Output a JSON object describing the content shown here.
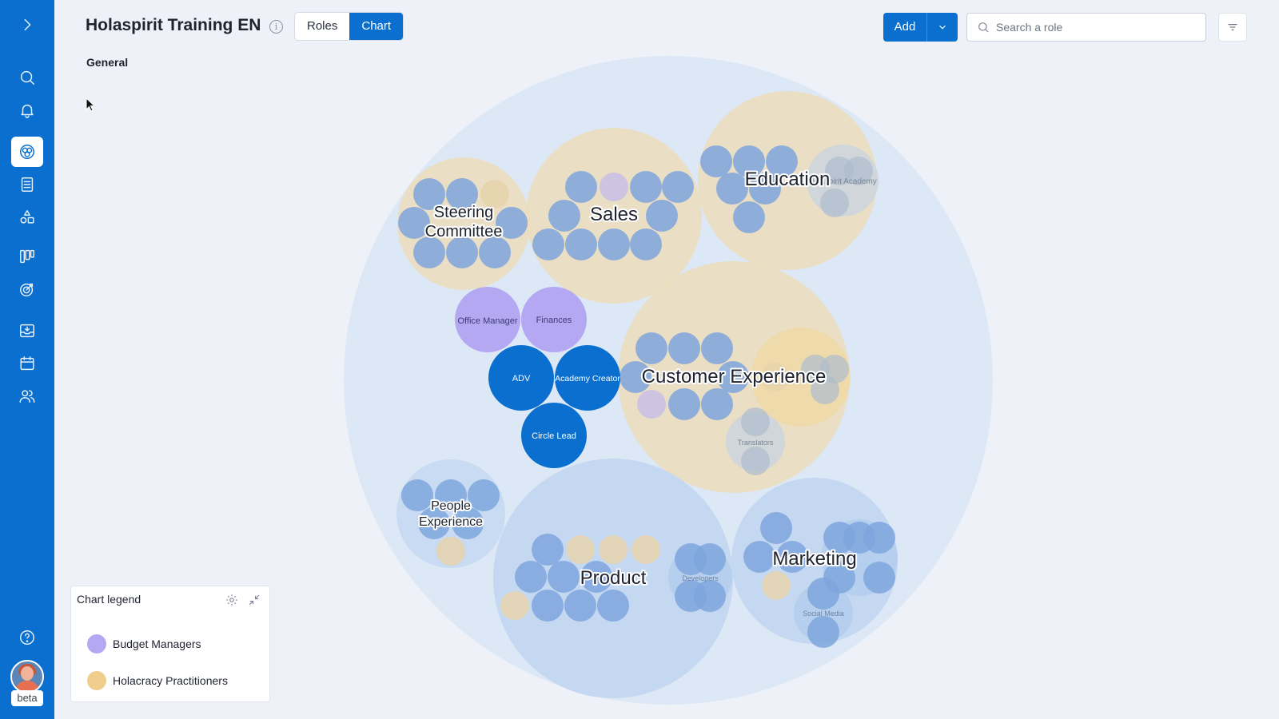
{
  "header": {
    "title": "Holaspirit Training EN",
    "view_tabs": [
      {
        "label": "Roles",
        "active": false
      },
      {
        "label": "Chart",
        "active": true
      }
    ],
    "breadcrumb": "General",
    "add_label": "Add",
    "search_placeholder": "Search a role"
  },
  "sidebar": {
    "items": [
      {
        "name": "expand",
        "icon": "chevron-right-icon"
      },
      {
        "name": "search",
        "icon": "search-icon"
      },
      {
        "name": "notifications",
        "icon": "bell-icon"
      },
      {
        "name": "organization",
        "icon": "circles-icon",
        "active": true
      },
      {
        "name": "documents",
        "icon": "document-icon"
      },
      {
        "name": "roles",
        "icon": "shapes-icon"
      },
      {
        "name": "board",
        "icon": "kanban-icon"
      },
      {
        "name": "goals",
        "icon": "target-icon"
      },
      {
        "name": "inbox",
        "icon": "inbox-icon"
      },
      {
        "name": "calendar",
        "icon": "calendar-icon"
      },
      {
        "name": "people",
        "icon": "users-icon"
      },
      {
        "name": "help",
        "icon": "help-icon"
      }
    ],
    "beta_label": "beta"
  },
  "colors": {
    "brand": "#0a6fcf",
    "budget_managers": "#b5a8f2",
    "holacracy_practitioners": "#f0cf8e",
    "circle_blue": "#a9c7ec",
    "circle_cream": "#ecdcbb",
    "role_blue": "#7ea6dd",
    "role_dark": "#0a6fcf"
  },
  "chart": {
    "circles": [
      {
        "id": "steering-committee",
        "label": "Steering Committee"
      },
      {
        "id": "sales",
        "label": "Sales"
      },
      {
        "id": "education",
        "label": "Education"
      },
      {
        "id": "customer-experience",
        "label": "Customer Experience"
      },
      {
        "id": "people-experience",
        "label": "People Experience"
      },
      {
        "id": "product",
        "label": "Product"
      },
      {
        "id": "marketing",
        "label": "Marketing"
      }
    ],
    "roles": [
      {
        "id": "office-manager",
        "label": "Office Manager"
      },
      {
        "id": "finances",
        "label": "Finances"
      },
      {
        "id": "adv",
        "label": "ADV"
      },
      {
        "id": "academy-creator",
        "label": "Academy Creator"
      },
      {
        "id": "circle-lead",
        "label": "Circle Lead"
      }
    ],
    "faded_labels": {
      "translators": "Translators",
      "developers": "Developers",
      "social_media": "Social Media",
      "holaspirit_academy": "Holaspirit Academy"
    }
  },
  "legend": {
    "title": "Chart legend",
    "items": [
      {
        "label": "Budget Managers",
        "color": "#b5a8f2"
      },
      {
        "label": "Holacracy Practitioners",
        "color": "#f0cf8e"
      }
    ]
  }
}
